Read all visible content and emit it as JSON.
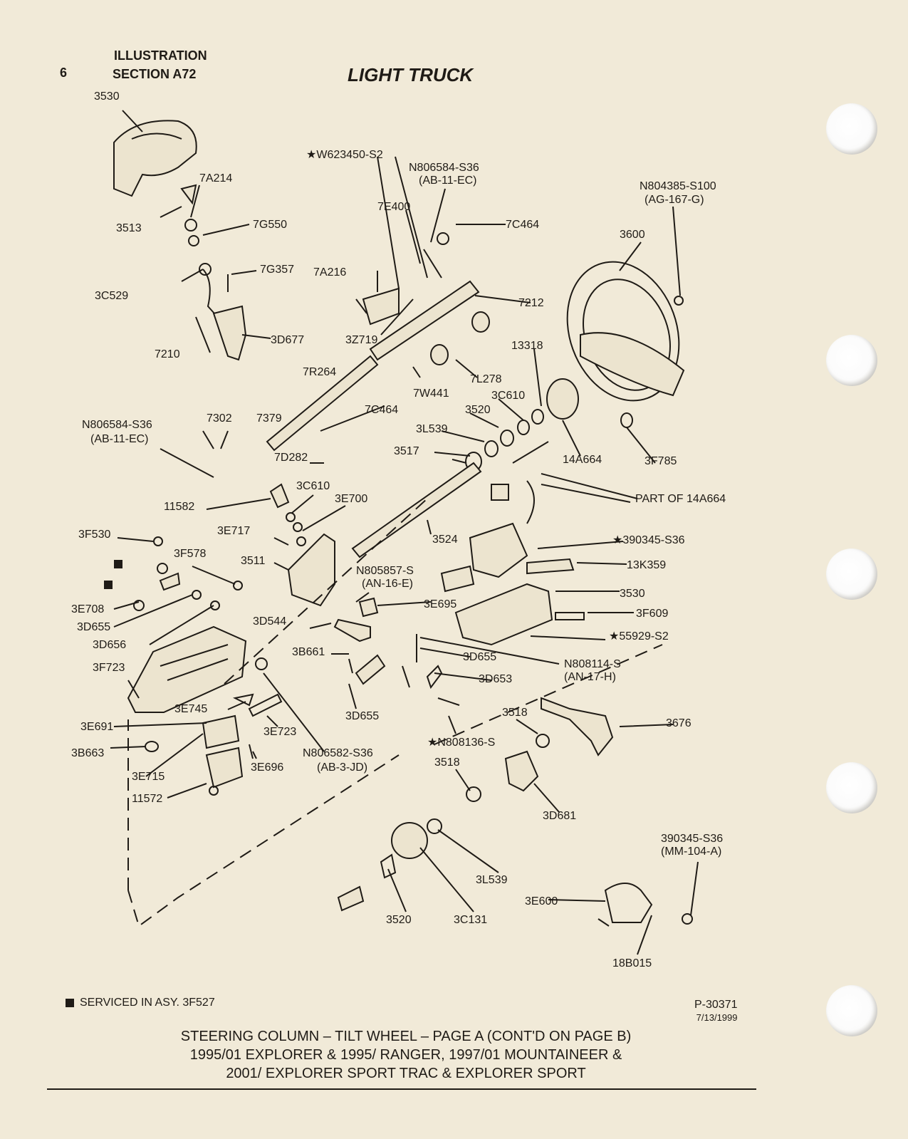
{
  "header": {
    "page_number": "6",
    "line1": "ILLUSTRATION",
    "line2": "SECTION A72",
    "title": "LIGHT TRUCK"
  },
  "callouts": [
    {
      "id": "c01",
      "text": "3530"
    },
    {
      "id": "c02",
      "text": "★W623450-S2"
    },
    {
      "id": "c03",
      "text": "N806584-S36"
    },
    {
      "id": "c04",
      "text": "(AB-11-EC)"
    },
    {
      "id": "c05",
      "text": "7A214"
    },
    {
      "id": "c06",
      "text": "3513"
    },
    {
      "id": "c07",
      "text": "7G550"
    },
    {
      "id": "c08",
      "text": "7E400"
    },
    {
      "id": "c09",
      "text": "7C464"
    },
    {
      "id": "c10",
      "text": "N804385-S100"
    },
    {
      "id": "c11",
      "text": "(AG-167-G)"
    },
    {
      "id": "c12",
      "text": "3600"
    },
    {
      "id": "c13",
      "text": "7G357"
    },
    {
      "id": "c14",
      "text": "7A216"
    },
    {
      "id": "c15",
      "text": "3C529"
    },
    {
      "id": "c16",
      "text": "7212"
    },
    {
      "id": "c17",
      "text": "3D677"
    },
    {
      "id": "c18",
      "text": "3Z719"
    },
    {
      "id": "c19",
      "text": "13318"
    },
    {
      "id": "c20",
      "text": "7210"
    },
    {
      "id": "c21",
      "text": "7L278"
    },
    {
      "id": "c22",
      "text": "7R264"
    },
    {
      "id": "c23",
      "text": "7W441"
    },
    {
      "id": "c24",
      "text": "3C610"
    },
    {
      "id": "c25",
      "text": "7C464"
    },
    {
      "id": "c26",
      "text": "3520"
    },
    {
      "id": "c27",
      "text": "7302"
    },
    {
      "id": "c28",
      "text": "7379"
    },
    {
      "id": "c29",
      "text": "3L539"
    },
    {
      "id": "c30",
      "text": "N806584-S36"
    },
    {
      "id": "c31",
      "text": "(AB-11-EC)"
    },
    {
      "id": "c32",
      "text": "3517"
    },
    {
      "id": "c33",
      "text": "7D282"
    },
    {
      "id": "c34",
      "text": "14A664"
    },
    {
      "id": "c35",
      "text": "3F785"
    },
    {
      "id": "c36",
      "text": "3C610"
    },
    {
      "id": "c37",
      "text": "PART OF 14A664"
    },
    {
      "id": "c38",
      "text": "11582"
    },
    {
      "id": "c39",
      "text": "3E700"
    },
    {
      "id": "c40",
      "text": "3E717"
    },
    {
      "id": "c41",
      "text": "3F530"
    },
    {
      "id": "c42",
      "text": "3524"
    },
    {
      "id": "c43",
      "text": "★390345-S36"
    },
    {
      "id": "c44",
      "text": "3F578"
    },
    {
      "id": "c45",
      "text": "3511"
    },
    {
      "id": "c46",
      "text": "13K359"
    },
    {
      "id": "c47",
      "text": "N805857-S"
    },
    {
      "id": "c48",
      "text": "(AN-16-E)"
    },
    {
      "id": "c49",
      "text": "3530"
    },
    {
      "id": "c50",
      "text": "3E708"
    },
    {
      "id": "c51",
      "text": "3E695"
    },
    {
      "id": "c52",
      "text": "3F609"
    },
    {
      "id": "c53",
      "text": "3D655"
    },
    {
      "id": "c54",
      "text": "3D544"
    },
    {
      "id": "c55",
      "text": "★55929-S2"
    },
    {
      "id": "c56",
      "text": "3D656"
    },
    {
      "id": "c57",
      "text": "3B661"
    },
    {
      "id": "c58",
      "text": "3D655"
    },
    {
      "id": "c59",
      "text": "N808114-S"
    },
    {
      "id": "c60",
      "text": "(AN-17-H)"
    },
    {
      "id": "c61",
      "text": "3F723"
    },
    {
      "id": "c62",
      "text": "3D653"
    },
    {
      "id": "c63",
      "text": "3E745"
    },
    {
      "id": "c64",
      "text": "3D655"
    },
    {
      "id": "c65",
      "text": "3518"
    },
    {
      "id": "c66",
      "text": "3676"
    },
    {
      "id": "c67",
      "text": "3E691"
    },
    {
      "id": "c68",
      "text": "3E723"
    },
    {
      "id": "c69",
      "text": "★N808136-S"
    },
    {
      "id": "c70",
      "text": "3B663"
    },
    {
      "id": "c71",
      "text": "N806582-S36"
    },
    {
      "id": "c72",
      "text": "(AB-3-JD)"
    },
    {
      "id": "c73",
      "text": "3518"
    },
    {
      "id": "c74",
      "text": "3E715"
    },
    {
      "id": "c75",
      "text": "3E696"
    },
    {
      "id": "c76",
      "text": "11572"
    },
    {
      "id": "c77",
      "text": "3D681"
    },
    {
      "id": "c78",
      "text": "390345-S36"
    },
    {
      "id": "c79",
      "text": "(MM-104-A)"
    },
    {
      "id": "c80",
      "text": "3L539"
    },
    {
      "id": "c81",
      "text": "3E600"
    },
    {
      "id": "c82",
      "text": "3520"
    },
    {
      "id": "c83",
      "text": "3C131"
    },
    {
      "id": "c84",
      "text": "18B015"
    }
  ],
  "legend": {
    "text": "SERVICED IN ASY. 3F527"
  },
  "figure_id": {
    "number": "P-30371",
    "date": "7/13/1999"
  },
  "caption": {
    "line1": "STEERING COLUMN – TILT WHEEL – PAGE A (CONT'D ON PAGE B)",
    "line2": "1995/01 EXPLORER & 1995/ RANGER, 1997/01 MOUNTAINEER &",
    "line3": "2001/ EXPLORER SPORT TRAC & EXPLORER SPORT"
  }
}
